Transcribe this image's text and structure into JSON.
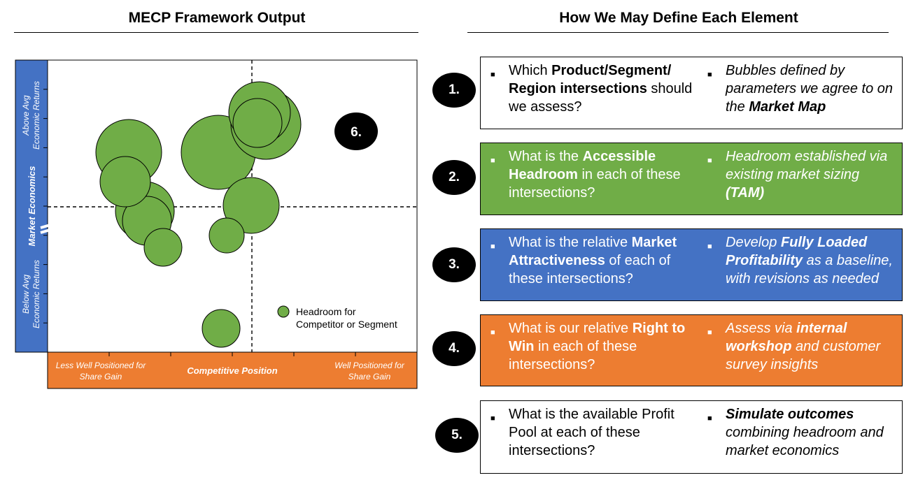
{
  "left_title": "MECP Framework Output",
  "right_title": "How We May Define Each Element",
  "chart_data": {
    "type": "scatter",
    "y_axis": {
      "title": "Market Economics",
      "top_label": [
        "Above Avg",
        "Economic Returns"
      ],
      "bottom_label": [
        "Below Avg",
        "Economic Returns"
      ]
    },
    "x_axis": {
      "title": "Competitive Position",
      "left_label": [
        "Less Well Positioned for",
        "Share Gain"
      ],
      "right_label": [
        "Well Positioned for",
        "Share Gain"
      ]
    },
    "legend": {
      "label": [
        "Headroom for",
        "Competitor or Segment"
      ],
      "position": "bottom-right"
    },
    "marker_label": "6.",
    "colors": {
      "bubble": "#70ad47",
      "axis_band_y": "#4472c4",
      "axis_band_x": "#ed7d31"
    }
  },
  "rows": [
    {
      "number": "1.",
      "question": [
        {
          "t": "Which "
        },
        {
          "t": "Product/Segment/ Region intersections",
          "b": true
        },
        {
          "t": " should we assess?"
        }
      ],
      "answer": [
        {
          "t": "Bubbles defined by parameters we agree to on the "
        },
        {
          "t": "Market Map",
          "b": true
        }
      ],
      "fill": "#ffffff",
      "text_color": "#000000"
    },
    {
      "number": "2.",
      "question": [
        {
          "t": "What is the "
        },
        {
          "t": "Accessible Headroom",
          "b": true
        },
        {
          "t": " in each of these intersections?"
        }
      ],
      "answer": [
        {
          "t": "Headroom established via existing market sizing "
        },
        {
          "t": "(TAM)",
          "b": true
        }
      ],
      "fill": "#70ad47",
      "text_color": "#ffffff"
    },
    {
      "number": "3.",
      "question": [
        {
          "t": "What is the relative "
        },
        {
          "t": "Market Attractiveness",
          "b": true
        },
        {
          "t": " of each of these intersections?"
        }
      ],
      "answer": [
        {
          "t": "Develop "
        },
        {
          "t": "Fully Loaded Profitability",
          "b": true
        },
        {
          "t": " as a baseline, with revisions as needed"
        }
      ],
      "fill": "#4472c4",
      "text_color": "#ffffff"
    },
    {
      "number": "4.",
      "question": [
        {
          "t": "What is our relative "
        },
        {
          "t": "Right to Win",
          "b": true
        },
        {
          "t": " in each of these intersections?"
        }
      ],
      "answer": [
        {
          "t": "Assess via "
        },
        {
          "t": "internal workshop",
          "b": true
        },
        {
          "t": " and customer survey insights"
        }
      ],
      "fill": "#ed7d31",
      "text_color": "#ffffff"
    },
    {
      "number": "5.",
      "question": [
        {
          "t": "What is the available Profit Pool at each of these intersections?"
        }
      ],
      "answer": [
        {
          "t": "Simulate outcomes",
          "b": true
        },
        {
          "t": " combining headroom and market economics"
        }
      ],
      "fill": "#ffffff",
      "text_color": "#000000"
    }
  ]
}
